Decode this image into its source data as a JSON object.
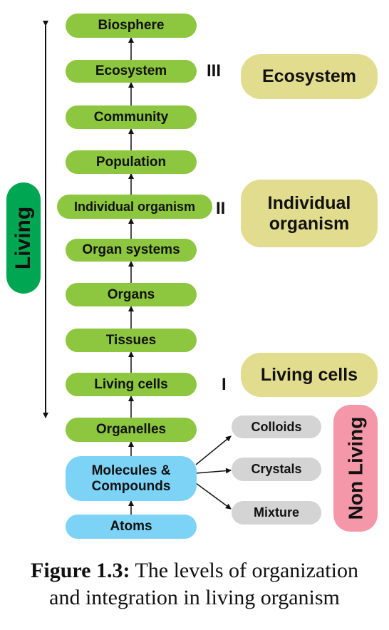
{
  "levels": {
    "biosphere": "Biosphere",
    "ecosystem": "Ecosystem",
    "community": "Community",
    "population": "Population",
    "individual_organism": "Individual organism",
    "organ_systems": "Organ systems",
    "organs": "Organs",
    "tissues": "Tissues",
    "living_cells": "Living cells",
    "organelles": "Organelles",
    "molecules_compounds_line1": "Molecules &",
    "molecules_compounds_line2": "Compounds",
    "atoms": "Atoms"
  },
  "non_living_items": {
    "colloids": "Colloids",
    "crystals": "Crystals",
    "mixture": "Mixture"
  },
  "roman_markers": {
    "three": "III",
    "two": "II",
    "one": "I"
  },
  "callouts": {
    "ecosystem": "Ecosystem",
    "individual_organism_line1": "Individual",
    "individual_organism_line2": "organism",
    "living_cells": "Living cells"
  },
  "side_labels": {
    "living": "Living",
    "non_living": "Non Living"
  },
  "caption": {
    "label": "Figure 1.3:",
    "line1_text": "The levels of organization",
    "line2_text": "and integration in living organism"
  },
  "colors": {
    "level_green": "#8dc63f",
    "level_blue": "#7dd3f5",
    "non_living_grey": "#d4d4d4",
    "callout_yellow": "#e2dc8e",
    "living_badge": "#00a651",
    "non_living_badge": "#f497a8"
  }
}
